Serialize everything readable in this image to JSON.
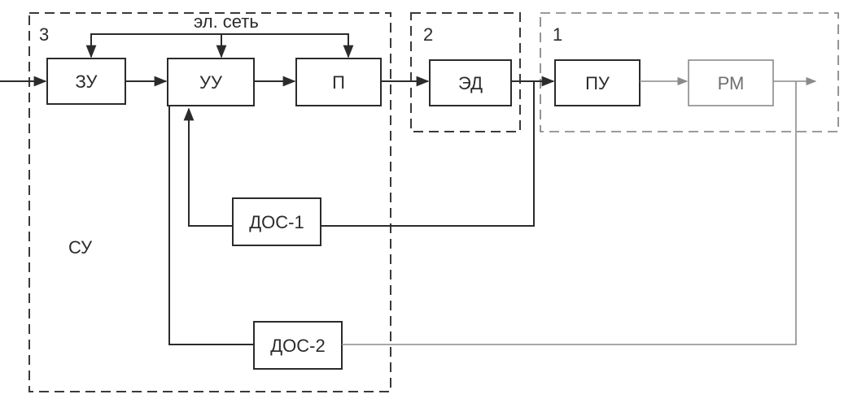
{
  "zones": {
    "control_system": {
      "number": "3",
      "name": "СУ"
    },
    "drive": {
      "number": "2"
    },
    "mechanism": {
      "number": "1"
    }
  },
  "power_label": "эл. сеть",
  "blocks": {
    "zu": "ЗУ",
    "uu": "УУ",
    "p": "П",
    "ed": "ЭД",
    "pu": "ПУ",
    "rm": "РМ",
    "dos1": "ДОС-1",
    "dos2": "ДОС-2"
  }
}
